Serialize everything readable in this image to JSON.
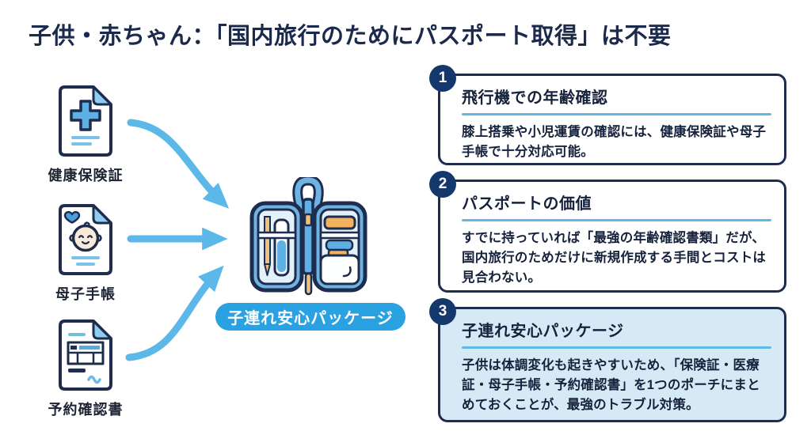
{
  "title": "子供・赤ちゃん：「国内旅行のためにパスポート取得」は不要",
  "documents": [
    {
      "label": "健康保険証",
      "icon": "health-insurance-card-icon"
    },
    {
      "label": "母子手帳",
      "icon": "maternal-child-handbook-icon"
    },
    {
      "label": "予約確認書",
      "icon": "reservation-confirmation-icon"
    }
  ],
  "package_badge": {
    "label": "子連れ安心パッケージ"
  },
  "center_icon": "travel-pouch-organizer-icon",
  "points": [
    {
      "number": "1",
      "heading": "飛行機での年齢確認",
      "body": "膝上搭乗や小児運賃の確認には、健康保険証や母子手帳で十分対応可能。"
    },
    {
      "number": "2",
      "heading": "パスポートの価値",
      "body": "すでに持っていれば「最強の年齢確認書類」だが、国内旅行のためだけに新規作成する手間とコストは見合わない。"
    },
    {
      "number": "3",
      "heading": "子連れ安心パッケージ",
      "body": "子供は体調変化も起きやすいため、「保険証・医療証・母子手帳・予約確認書」を1つのポーチにまとめておくことが、最強のトラブル対策。"
    }
  ],
  "colors": {
    "title_navy": "#1b2a4c",
    "outline_navy": "#1e2c4e",
    "accent_blue": "#5cb8e8",
    "divider_blue": "#5fb8e6",
    "pill_blue": "#2aa2e2",
    "badge_navy": "#14386b",
    "highlight_box_bg": "#d6eaf6",
    "doc_fold_blue": "#8ecdf0",
    "pouch_blue": "#6fb3e2",
    "pouch_inner": "#e3f1fa",
    "orange": "#f2b25f",
    "tan": "#ecc17c",
    "baby_skin": "#f8ead9"
  }
}
